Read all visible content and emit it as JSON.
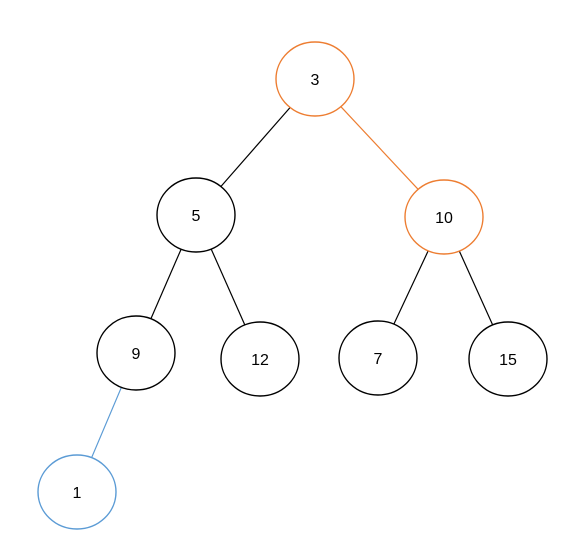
{
  "colors": {
    "default": "#000000",
    "highlight": "#ED7D31",
    "inserted": "#5B9BD5"
  },
  "nodes": [
    {
      "id": "n3",
      "label": "3",
      "style": "highlight"
    },
    {
      "id": "n5",
      "label": "5",
      "style": "default"
    },
    {
      "id": "n10",
      "label": "10",
      "style": "highlight"
    },
    {
      "id": "n9",
      "label": "9",
      "style": "default"
    },
    {
      "id": "n12",
      "label": "12",
      "style": "default"
    },
    {
      "id": "n7",
      "label": "7",
      "style": "default"
    },
    {
      "id": "n15",
      "label": "15",
      "style": "default"
    },
    {
      "id": "n1",
      "label": "1",
      "style": "inserted"
    }
  ],
  "edges": [
    {
      "from": "n3",
      "to": "n5",
      "style": "default"
    },
    {
      "from": "n3",
      "to": "n10",
      "style": "highlight"
    },
    {
      "from": "n5",
      "to": "n9",
      "style": "default"
    },
    {
      "from": "n5",
      "to": "n12",
      "style": "default"
    },
    {
      "from": "n10",
      "to": "n7",
      "style": "default"
    },
    {
      "from": "n10",
      "to": "n15",
      "style": "default"
    },
    {
      "from": "n9",
      "to": "n1",
      "style": "inserted"
    }
  ]
}
